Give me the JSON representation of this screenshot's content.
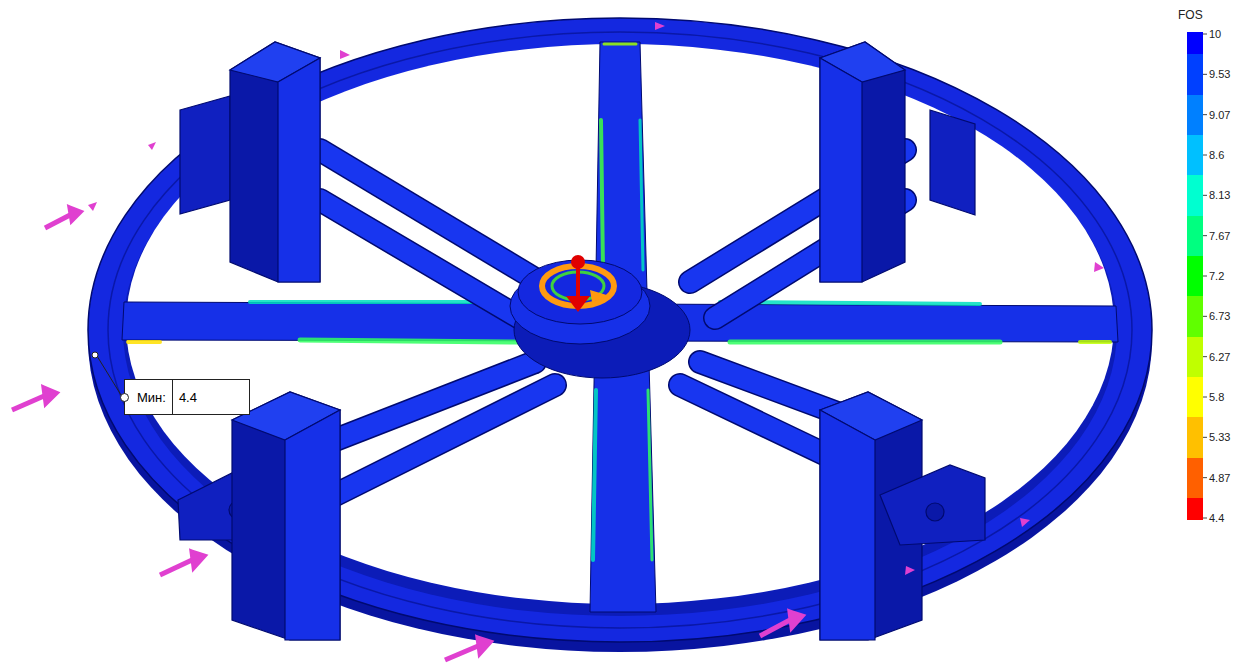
{
  "diagram": {
    "nodes": [
      {
        "text": [
          "Мин:",
          "4.4"
        ]
      }
    ],
    "labels": [
      "FOS"
    ],
    "legend": [
      {
        "text": "10",
        "color": "#0000ff"
      },
      {
        "text": "9.53",
        "color": "#0040ff"
      },
      {
        "text": "9.07",
        "color": "#0080ff"
      },
      {
        "text": "8.6",
        "color": "#00c0ff"
      },
      {
        "text": "8.13",
        "color": "#00ffd0"
      },
      {
        "text": "7.67",
        "color": "#00ff80"
      },
      {
        "text": "7.2",
        "color": "#00ff00"
      },
      {
        "text": "6.73",
        "color": "#60ff00"
      },
      {
        "text": "6.27",
        "color": "#c0ff00"
      },
      {
        "text": "5.8",
        "color": "#ffff00"
      },
      {
        "text": "5.33",
        "color": "#ffc000"
      },
      {
        "text": "4.87",
        "color": "#ff6000"
      },
      {
        "text": "4.4",
        "color": "#ff0000"
      }
    ]
  }
}
